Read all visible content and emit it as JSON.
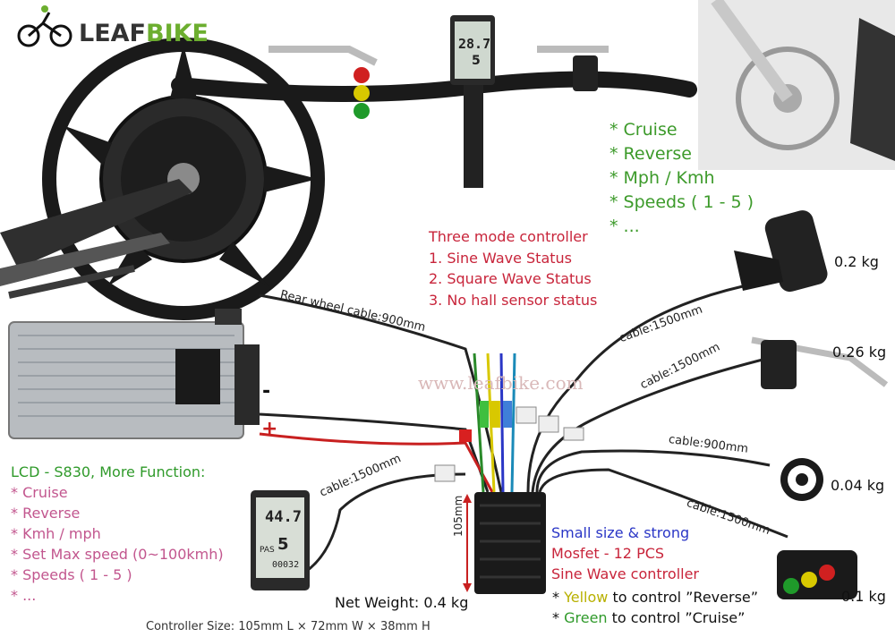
{
  "logo": {
    "text_dark": "LEAF",
    "text_accent": "BIKE",
    "icon": "cyclist-icon"
  },
  "features_green": [
    "* Cruise",
    "* Reverse",
    "* Mph / Kmh",
    "* Speeds ( 1 - 5 )",
    "* ..."
  ],
  "controller_modes": {
    "title": "Three mode controller",
    "items": [
      "1. Sine Wave Status",
      "2. Square Wave Status",
      "3. No hall sensor status"
    ]
  },
  "weights": {
    "throttle": "0.2 kg",
    "brake": "0.26 kg",
    "pas": "0.04 kg",
    "switch": "0.1 kg"
  },
  "cables": {
    "rear_wheel": "Rear wheel cable:900mm",
    "throttle": "cable:1500mm",
    "brake": "cable:1500mm",
    "pas": "cable:900mm",
    "switch": "cable:1500mm",
    "lcd": "cable:1500mm"
  },
  "watermark": "www.leafbike.com",
  "battery_polarity": {
    "minus": "-",
    "plus": "+"
  },
  "lcd_features": {
    "title": "LCD - S830, More Function:",
    "items": [
      "* Cruise",
      "* Reverse",
      "* Kmh / mph",
      "* Set Max speed (0~100kmh)",
      "* Speeds ( 1 - 5 )",
      "* ..."
    ]
  },
  "controller_desc": {
    "line1": "Small size & strong",
    "line2": "Mosfet - 12 PCS",
    "line3": "Sine Wave controller"
  },
  "controls": {
    "yellow_word": "Yellow",
    "yellow_rest": " to control ”Reverse”",
    "green_word": "Green",
    "green_rest": " to control ”Cruise”",
    "bullet": "* "
  },
  "net_weight": "Net Weight: 0.4 kg",
  "controller_size": "Controller Size: 105mm L × 72mm W × 38mm H",
  "dimension_label": "105mm",
  "lcd_screens": {
    "top": {
      "speed": "28.7",
      "level": "5"
    },
    "bottom": {
      "speed": "44.7",
      "level": "5",
      "pas": "PAS",
      "odo": "00032"
    }
  },
  "colors": {
    "green": "#3c9a2a",
    "red": "#c8243a",
    "blue": "#2a36c6",
    "pink": "#c2568e",
    "yellow": "#b8b000"
  }
}
